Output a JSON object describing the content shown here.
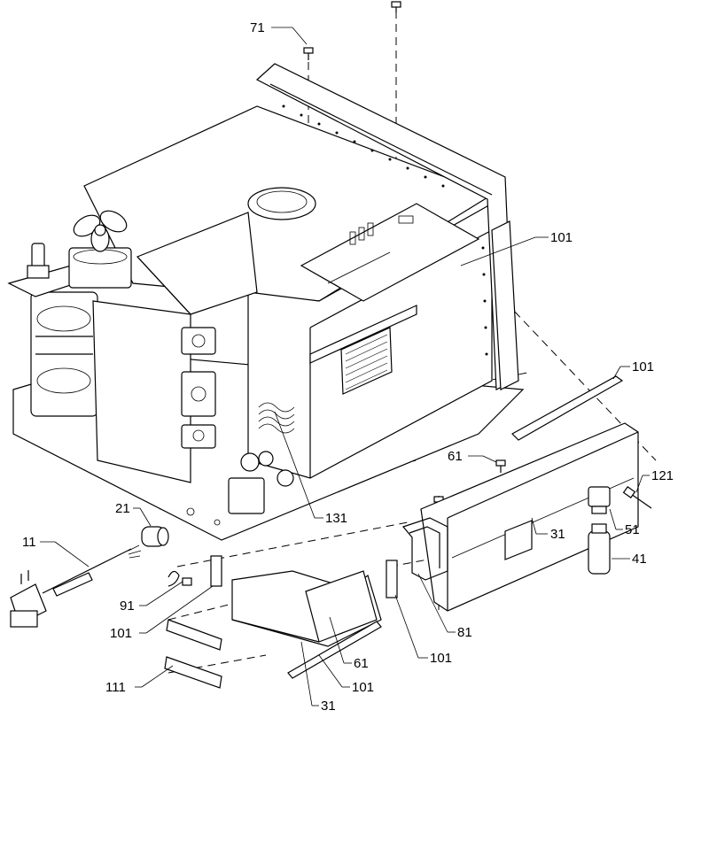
{
  "callouts": [
    {
      "id": "c71",
      "text": "71"
    },
    {
      "id": "c101a",
      "text": "101"
    },
    {
      "id": "c101b",
      "text": "101"
    },
    {
      "id": "c61a",
      "text": "61"
    },
    {
      "id": "c121",
      "text": "121"
    },
    {
      "id": "c21",
      "text": "21"
    },
    {
      "id": "c131",
      "text": "131"
    },
    {
      "id": "c31a",
      "text": "31"
    },
    {
      "id": "c51",
      "text": "51"
    },
    {
      "id": "c11",
      "text": "11"
    },
    {
      "id": "c41",
      "text": "41"
    },
    {
      "id": "c91",
      "text": "91"
    },
    {
      "id": "c101c",
      "text": "101"
    },
    {
      "id": "c81",
      "text": "81"
    },
    {
      "id": "c61b",
      "text": "61"
    },
    {
      "id": "c101d",
      "text": "101"
    },
    {
      "id": "c111",
      "text": "111"
    },
    {
      "id": "c101e",
      "text": "101"
    },
    {
      "id": "c31b",
      "text": "31"
    }
  ]
}
